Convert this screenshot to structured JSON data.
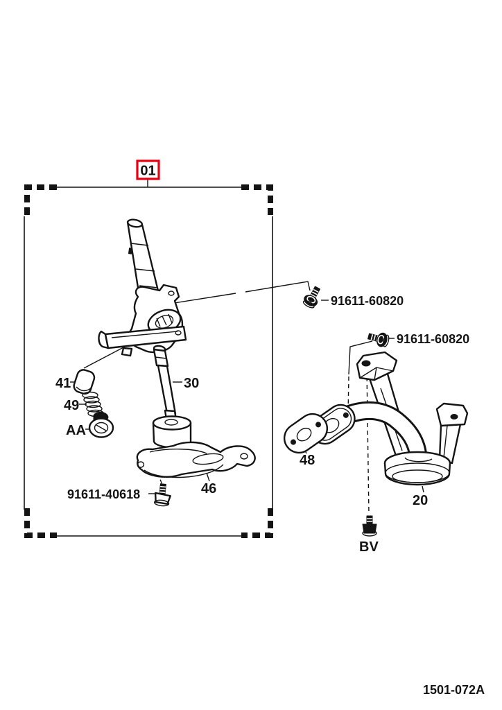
{
  "colors": {
    "accent": "#e50012",
    "ink": "#141414"
  },
  "assembly": {
    "callout": "01"
  },
  "parts": {
    "p41": {
      "label": "41"
    },
    "p49": {
      "label": "49"
    },
    "pAA": {
      "label": "AA"
    },
    "p30": {
      "label": "30"
    },
    "p46": {
      "label": "46"
    },
    "p48": {
      "label": "48"
    },
    "p20": {
      "label": "20"
    },
    "pBV": {
      "label": "BV"
    },
    "bolt_upper": {
      "label": "91611-60820"
    },
    "bolt_lower": {
      "label": "91611-60820"
    },
    "bolt_strainer": {
      "label": "91611-40618"
    }
  },
  "footer": {
    "figure_code": "1501-072A"
  }
}
